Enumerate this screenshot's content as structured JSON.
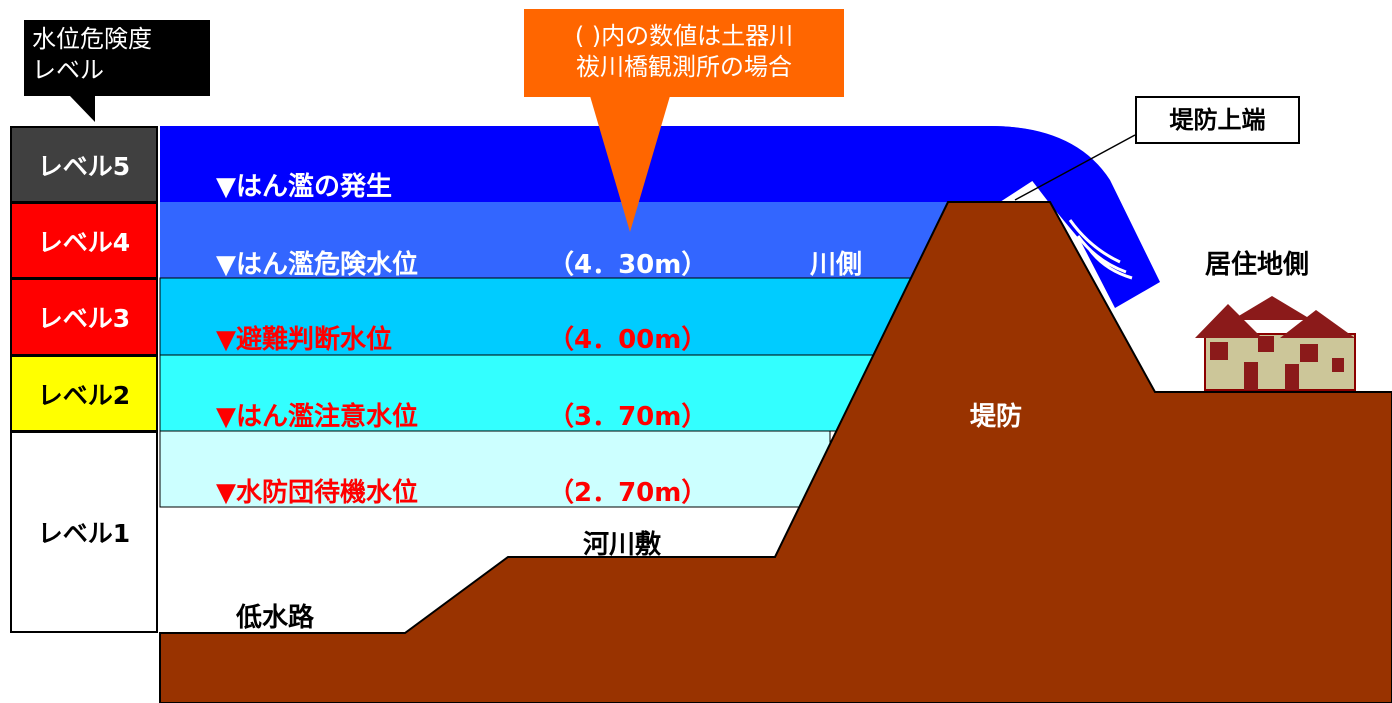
{
  "legend_title": "水位危険度\nレベル",
  "note": "( )内の数値は土器川\n祓川橋観測所の場合",
  "levels": [
    {
      "label": "レベル5",
      "bg": "#404040",
      "color": "#ffffff"
    },
    {
      "label": "レベル4",
      "bg": "#ff0000",
      "color": "#ffffff"
    },
    {
      "label": "レベル3",
      "bg": "#ff0000",
      "color": "#ffffff"
    },
    {
      "label": "レベル2",
      "bg": "#ffff00",
      "color": "#000000"
    },
    {
      "label": "レベル1",
      "bg": "#ffffff",
      "color": "#000000"
    }
  ],
  "water_levels": [
    {
      "label": "▼はん濫の発生",
      "value": "",
      "color": "#ffffff"
    },
    {
      "label": "▼はん濫危険水位",
      "value": "（4．30m）",
      "color": "#ffffff"
    },
    {
      "label": "▼避難判断水位",
      "value": "（4．00m）",
      "color": "#ff0000"
    },
    {
      "label": "▼はん濫注意水位",
      "value": "（3．70m）",
      "color": "#ff0000"
    },
    {
      "label": "▼水防団待機水位",
      "value": "（2．70m）",
      "color": "#ff0000"
    }
  ],
  "labels": {
    "river_side": "川側",
    "residential_side": "居住地側",
    "levee": "堤防",
    "levee_top": "堤防上端",
    "floodplain": "河川敷",
    "low_channel": "低水路"
  },
  "colors": {
    "level5_water": "#0000ff",
    "level4_water": "#3366ff",
    "level3_water": "#00ccff",
    "level2_water": "#33ffff",
    "level1_water": "#ccffff",
    "ground": "#993300",
    "note_bg": "#ff6600",
    "legend_bg": "#000000"
  }
}
